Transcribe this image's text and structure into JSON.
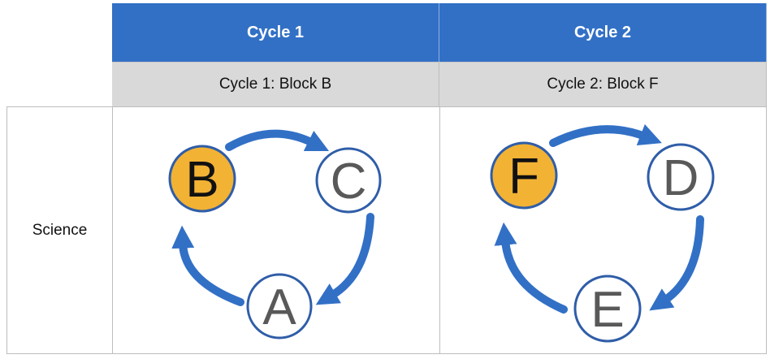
{
  "table": {
    "columns": [
      {
        "header": "Cycle 1",
        "subheader": "Cycle 1: Block B"
      },
      {
        "header": "Cycle 2",
        "subheader": "Cycle 2: Block F"
      }
    ],
    "rows": [
      {
        "label": "Science"
      }
    ]
  },
  "diagrams": [
    {
      "highlighted": "B",
      "top_right": "C",
      "bottom": "A"
    },
    {
      "highlighted": "F",
      "top_right": "D",
      "bottom": "E"
    }
  ],
  "colors": {
    "header_bg": "#3270c6",
    "subheader_bg": "#d9d9d9",
    "arrow": "#3270c6",
    "highlight_fill": "#f2b234",
    "circle_stroke": "#2f5da8",
    "letter_text": "#595959"
  }
}
